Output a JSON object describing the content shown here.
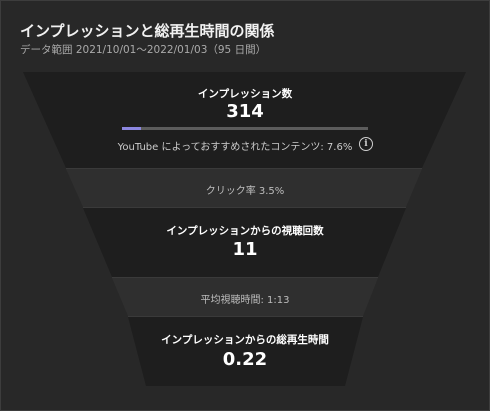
{
  "header": {
    "title": "インプレッションと総再生時間の関係",
    "subtitle": "データ範囲 2021/10/01～2022/01/03（95 日間）"
  },
  "funnel": {
    "impressions": {
      "label": "インプレッション数",
      "value": "314",
      "recommended_fraction": 0.076,
      "recommended_text": "YouTube によっておすすめされたコンテンツ: 7.6%"
    },
    "ctr": {
      "text": "クリック率 3.5%"
    },
    "views": {
      "label": "インプレッションからの視聴回数",
      "value": "11"
    },
    "avg_duration": {
      "text": "平均視聴時間: 1:13"
    },
    "watch_time": {
      "label": "インプレッションからの総再生時間",
      "value": "0.22"
    }
  },
  "colors": {
    "stage_bg": "#1e1e1e",
    "gap_bg": "#2f2f2f",
    "accent": "#8c87e0"
  },
  "icons": {
    "info": "info-icon"
  }
}
